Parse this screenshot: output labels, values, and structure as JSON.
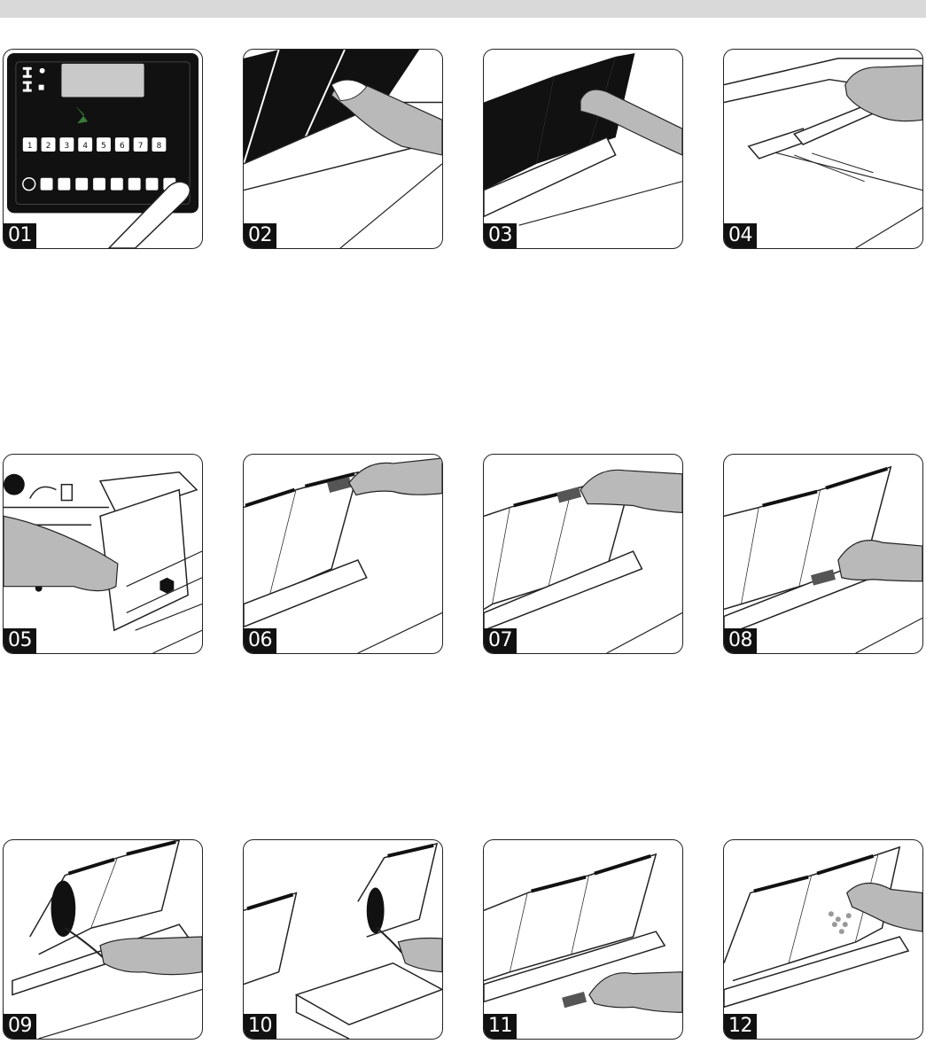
{
  "steps": [
    {
      "number": "01"
    },
    {
      "number": "02"
    },
    {
      "number": "03"
    },
    {
      "number": "04"
    },
    {
      "number": "05"
    },
    {
      "number": "06"
    },
    {
      "number": "07"
    },
    {
      "number": "08"
    },
    {
      "number": "09"
    },
    {
      "number": "10"
    },
    {
      "number": "11"
    },
    {
      "number": "12"
    }
  ],
  "controller": {
    "keys_row1": [
      "1",
      "2",
      "3",
      "4",
      "5",
      "6",
      "7",
      "8"
    ]
  },
  "colors": {
    "header_bar": "#d9d9da",
    "glove": "#b9b9b9",
    "platen": "#111111",
    "outline": "#222222"
  }
}
